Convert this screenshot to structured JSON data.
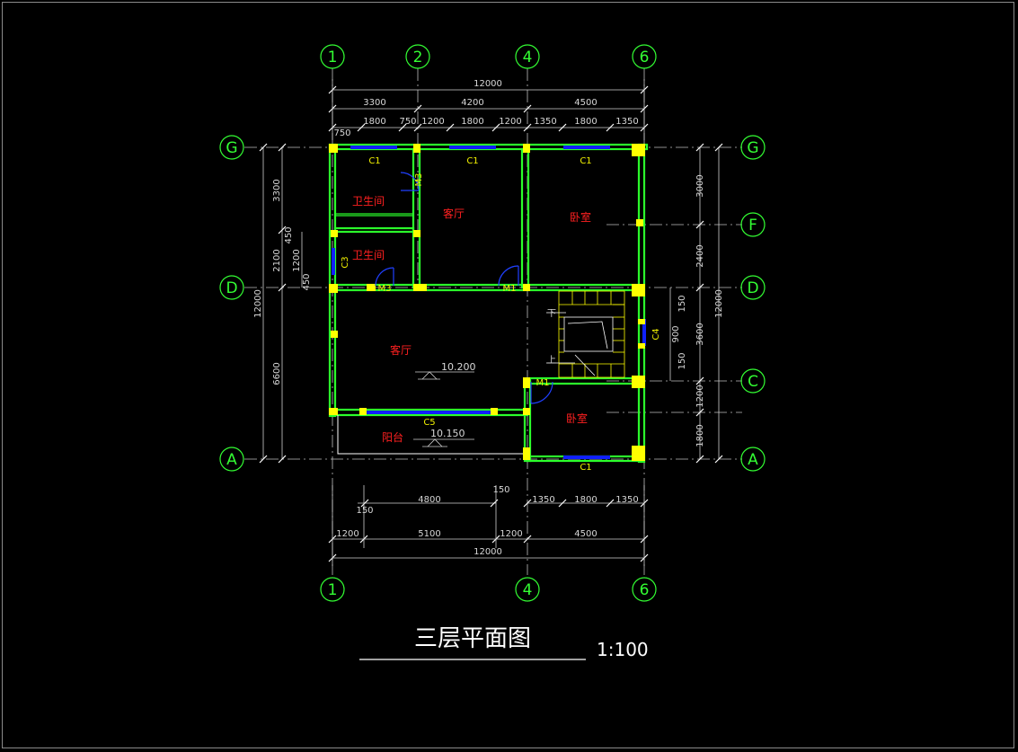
{
  "drawing": {
    "title": "三层平面图",
    "scale": "1:100"
  },
  "axes": {
    "top": [
      "1",
      "2",
      "4",
      "6"
    ],
    "bottom": [
      "1",
      "4",
      "6"
    ],
    "left": [
      "G",
      "D",
      "A"
    ],
    "right": [
      "G",
      "F",
      "D",
      "C",
      "A"
    ]
  },
  "dims": {
    "top_total": "12000",
    "top_mid": [
      "3300",
      "4200",
      "4500"
    ],
    "top_detail": [
      "1800",
      "750",
      "1200",
      "1800",
      "1200",
      "1350",
      "1800",
      "1350"
    ],
    "top_750": "750",
    "bottom_row1": [
      "4800",
      "1350",
      "1800",
      "1350"
    ],
    "bottom_150a": "150",
    "bottom_150b": "150",
    "bottom_row2": [
      "1200",
      "5100",
      "1200",
      "4500"
    ],
    "bottom_total": "12000",
    "left_outer": "12000",
    "left_mid": [
      "3300",
      "2100",
      "6600"
    ],
    "left_inner": [
      "450",
      "1200",
      "450"
    ],
    "right_mid": [
      "3000",
      "2400",
      "3600",
      "1200",
      "1800"
    ],
    "right_outer": "12000",
    "right_inner": [
      "150",
      "900",
      "150"
    ]
  },
  "labels": {
    "windows": [
      "C1",
      "C1",
      "C1",
      "C1",
      "C3",
      "C4",
      "C5"
    ],
    "doors": [
      "M3",
      "M3",
      "M1",
      "M1"
    ]
  },
  "rooms": [
    "卫生间",
    "卫生间",
    "客厅",
    "客厅",
    "卧室",
    "卧室",
    "阳台"
  ],
  "levels": [
    "10.200",
    "10.150"
  ],
  "stairs": {
    "down": "下",
    "up": "上"
  }
}
